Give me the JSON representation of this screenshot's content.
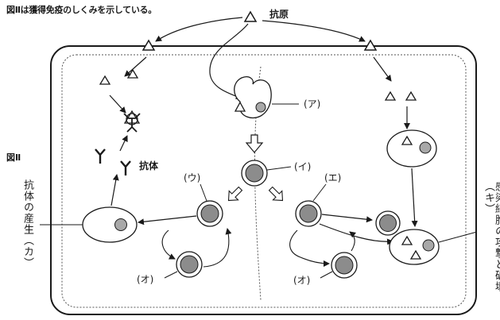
{
  "caption": "図Ⅱは獲得免疫のしくみを示している。",
  "figure_label": "図Ⅱ",
  "labels": {
    "antigen": "抗原",
    "antibody": "抗体",
    "a": "(ア)",
    "i": "(イ)",
    "u": "(ウ)",
    "e": "(エ)",
    "o_left": "(オ)",
    "o_right": "(オ)"
  },
  "side_labels": {
    "left": "抗体の産生（カ）",
    "right": "感染細胞の攻撃と破壊（キ）"
  }
}
